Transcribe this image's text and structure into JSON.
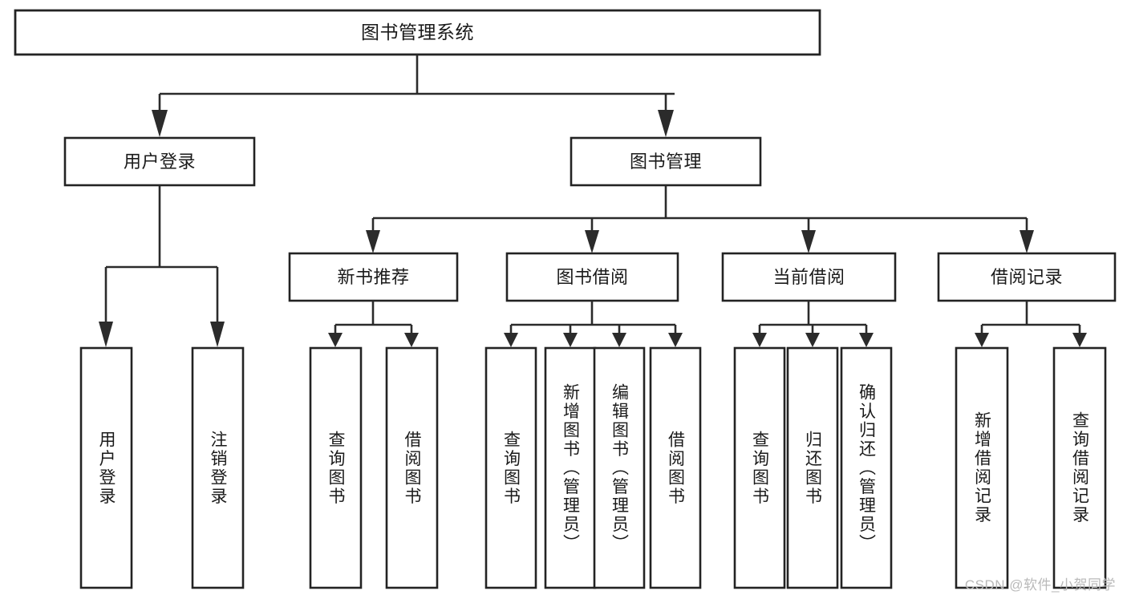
{
  "diagram": {
    "type": "tree",
    "title": "图书管理系统",
    "watermark": "CSDN @软件_小贺同学",
    "colors": {
      "box_stroke": "#232323",
      "connector": "#2b2b2b",
      "background": "#ffffff",
      "text": "#1a1a1a",
      "watermark": "#b9b9b9"
    },
    "nodes": {
      "root": {
        "label": "图书管理系统"
      },
      "level2": [
        {
          "label": "用户登录"
        },
        {
          "label": "图书管理"
        }
      ],
      "level3": [
        {
          "label": "新书推荐"
        },
        {
          "label": "图书借阅"
        },
        {
          "label": "当前借阅"
        },
        {
          "label": "借阅记录"
        }
      ],
      "leaves": {
        "user_login": [
          {
            "label": "用户登录"
          },
          {
            "label": "注销登录"
          }
        ],
        "new_book": [
          {
            "label": "查询图书"
          },
          {
            "label": "借阅图书"
          }
        ],
        "book_borrow": [
          {
            "label": "查询图书"
          },
          {
            "label": "新增图书（管理员）"
          },
          {
            "label": "编辑图书（管理员）"
          },
          {
            "label": "借阅图书"
          }
        ],
        "current_borrow": [
          {
            "label": "查询图书"
          },
          {
            "label": "归还图书"
          },
          {
            "label": "确认归还（管理员）"
          }
        ],
        "borrow_record": [
          {
            "label": "新增借阅记录"
          },
          {
            "label": "查询借阅记录"
          }
        ]
      }
    }
  }
}
